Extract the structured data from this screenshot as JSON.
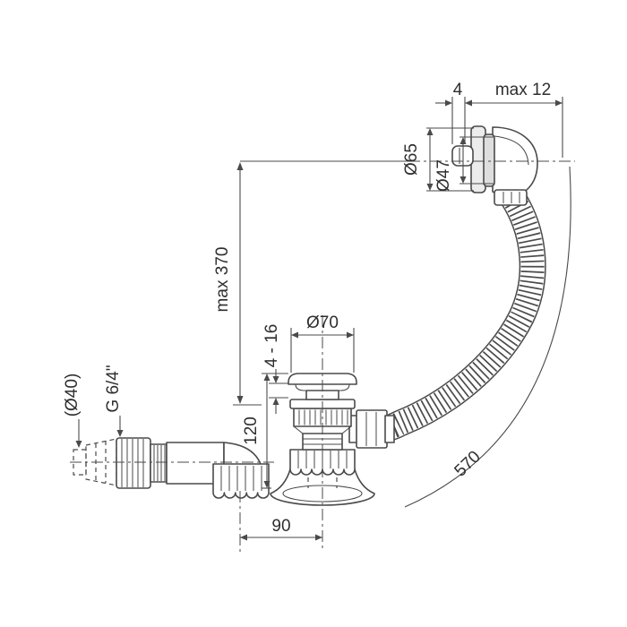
{
  "meta": {
    "background_color": "#ffffff",
    "line_color": "#4a4a4a",
    "text_color": "#2e2e2e"
  },
  "diagram": {
    "type": "technical-drawing",
    "subject": "bath waste, overflow head and drain set with corrugated flexible hose",
    "dimensions": {
      "overflow_screw_distance": "4",
      "panel_thickness_max": "max 12",
      "overflow_flange_diameter": "Ø65",
      "overflow_opening_diameter": "Ø47",
      "overflow_to_drain_max": "max 370",
      "plug_diameter": "Ø70",
      "plug_lift_range": "4 - 16",
      "outlet_pipe_diameter": "(Ø40)",
      "outlet_thread_size": "G 6/4\"",
      "drain_height": "120",
      "outlet_offset": "90",
      "hose_length": "570"
    }
  }
}
